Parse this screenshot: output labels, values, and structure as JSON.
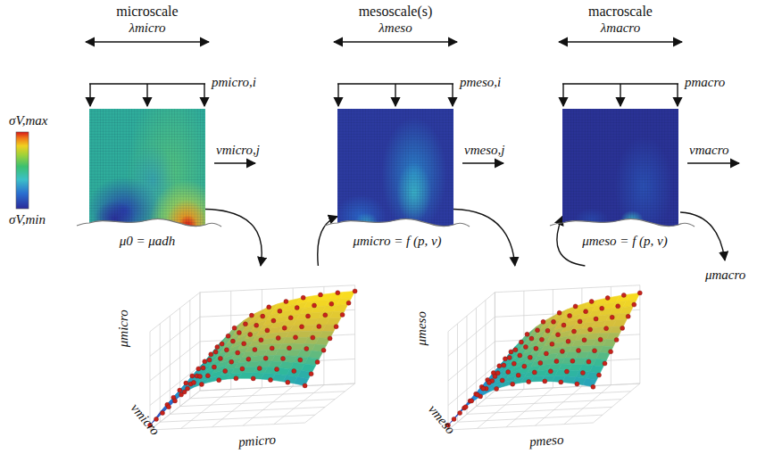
{
  "diagram": {
    "nodes": [
      {
        "text": [
          "microscale"
        ]
      },
      {
        "text": [
          "μmicro",
          "vmicro",
          "pmicro"
        ]
      },
      {
        "text": [
          "mesoscale(s)"
        ]
      },
      {
        "text": [
          "μmeso",
          "vmeso",
          "pmeso"
        ]
      },
      {
        "text": [
          "macroscale"
        ]
      }
    ],
    "edges": [
      {
        "from": 0,
        "to": 1,
        "arrow": "to"
      },
      {
        "from": 1,
        "to": 2,
        "arrow": "to"
      },
      {
        "from": 2,
        "to": 3,
        "arrow": "to"
      },
      {
        "from": 3,
        "to": 4,
        "arrow": "to"
      }
    ],
    "labels": [
      "σV,max",
      "σV,min",
      "λmicro",
      "pmicro,i",
      "vmicro,j",
      "μ0 = μadh",
      "λmeso",
      "pmeso,i",
      "vmeso,j",
      "μmicro = f (p, v)",
      "λmacro",
      "pmacro",
      "vmacro",
      "μmeso = f (p, v)",
      "μmacro"
    ]
  }
}
